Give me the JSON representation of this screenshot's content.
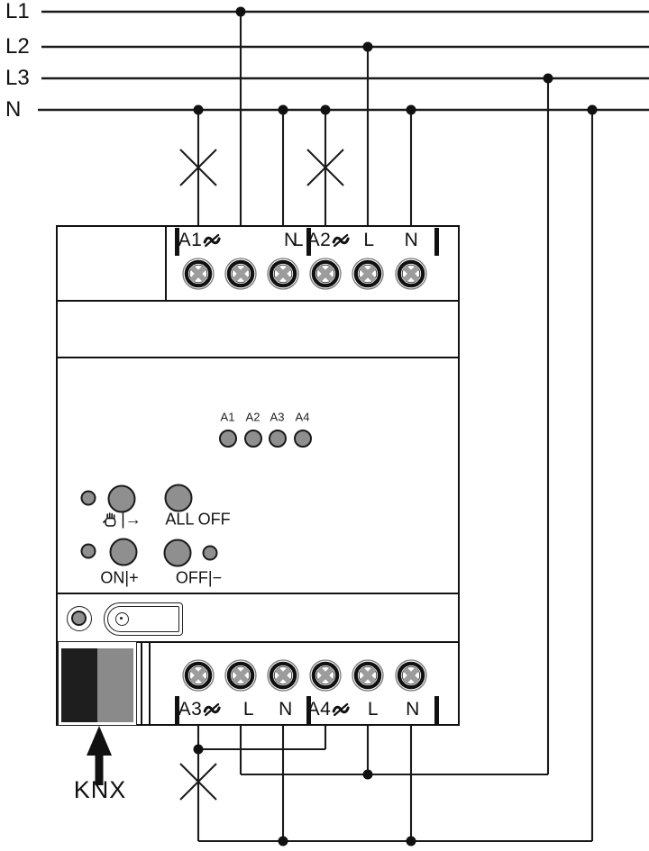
{
  "title": "KNX dimming actuator wiring diagram",
  "colors": {
    "line": "#1a1a1a",
    "control_gray": "#8f8f8f",
    "knx_connector_black": "#1e1e1e",
    "knx_connector_gray": "#8a8a8a"
  },
  "bus": {
    "lines": [
      {
        "label": "L1"
      },
      {
        "label": "L2"
      },
      {
        "label": "L3"
      },
      {
        "label": "N"
      }
    ]
  },
  "device": {
    "top_terminals": [
      {
        "label": "A1",
        "dimmer_symbol": true
      },
      {
        "label": "L"
      },
      {
        "label": "N"
      },
      {
        "label": "A2",
        "dimmer_symbol": true
      },
      {
        "label": "L"
      },
      {
        "label": "N"
      }
    ],
    "bottom_terminals": [
      {
        "label": "A3",
        "dimmer_symbol": true
      },
      {
        "label": "L"
      },
      {
        "label": "N"
      },
      {
        "label": "A4",
        "dimmer_symbol": true
      },
      {
        "label": "L"
      },
      {
        "label": "N"
      }
    ],
    "status_leds": [
      {
        "label": "A1"
      },
      {
        "label": "A2"
      },
      {
        "label": "A3"
      },
      {
        "label": "A4"
      }
    ],
    "controls": {
      "manual_label": "|→",
      "all_off_label": "ALL OFF",
      "on_label": "ON|+",
      "off_label": "OFF|−"
    }
  },
  "knx": {
    "label": "KNX"
  },
  "icons": {
    "dimmer": "phase-cut-wave-with-slash",
    "manual": "hand",
    "lamp": "x-cross",
    "knx_arrow": "filled-up-arrow"
  }
}
